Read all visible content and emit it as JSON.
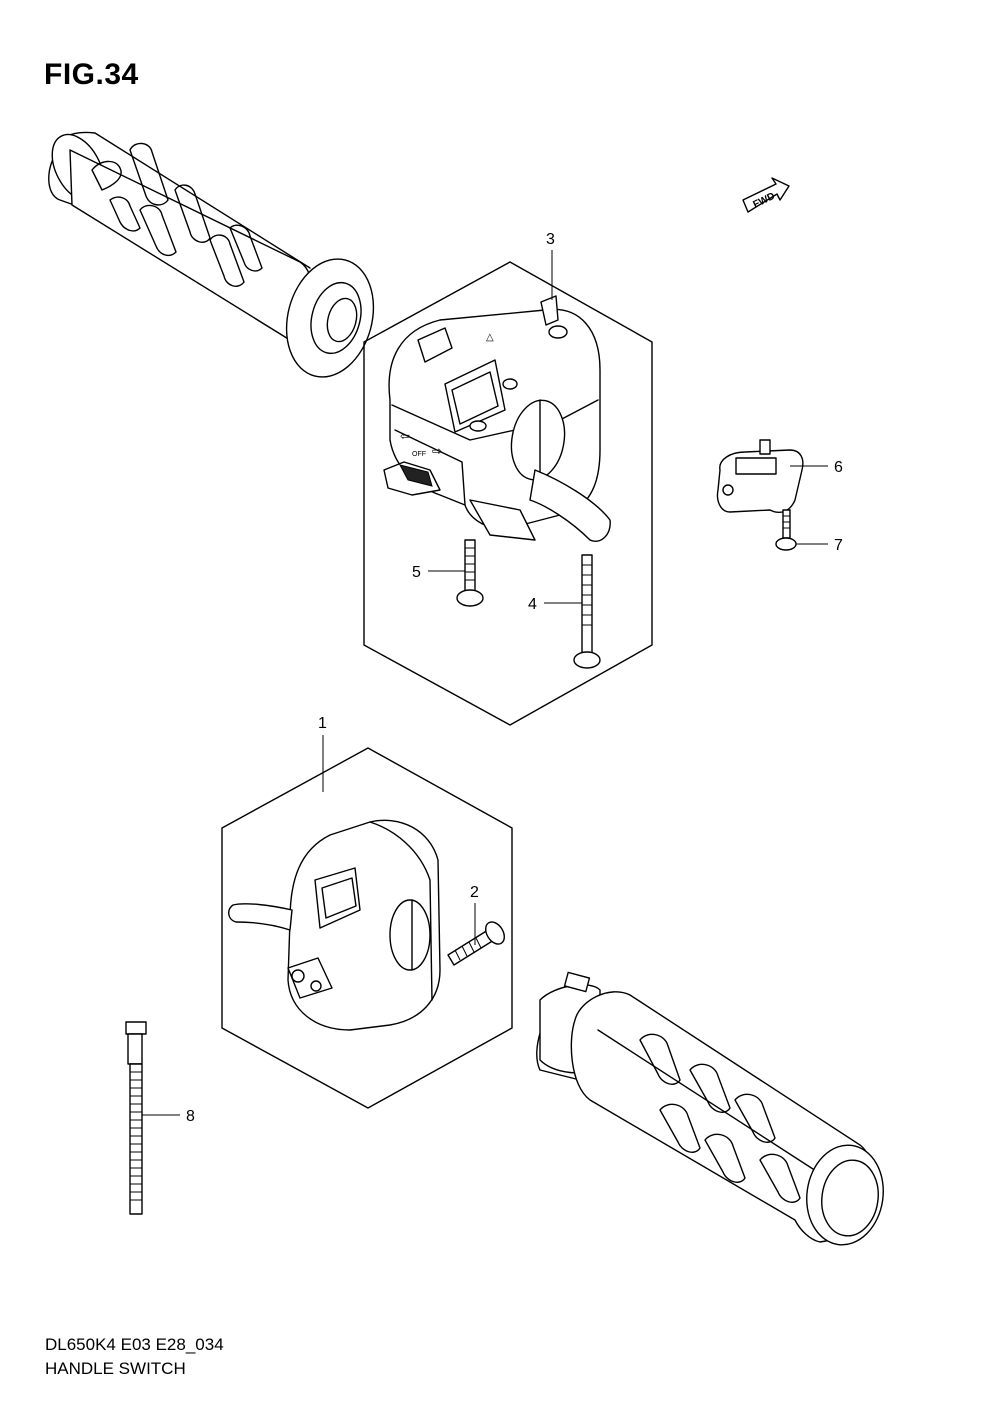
{
  "figure": {
    "title": "FIG.34"
  },
  "footer": {
    "code": "DL650K4 E03 E28_034",
    "name": "HANDLE SWITCH"
  },
  "direction_badge": {
    "label": "FWD"
  },
  "callouts": [
    {
      "id": "1",
      "label": "1"
    },
    {
      "id": "2",
      "label": "2"
    },
    {
      "id": "3",
      "label": "3"
    },
    {
      "id": "4",
      "label": "4"
    },
    {
      "id": "5",
      "label": "5"
    },
    {
      "id": "6",
      "label": "6"
    },
    {
      "id": "7",
      "label": "7"
    },
    {
      "id": "8",
      "label": "8"
    }
  ],
  "switch_glyphs": {
    "turn_left": "⇦",
    "turn_right": "⇨",
    "off": "OFF"
  }
}
